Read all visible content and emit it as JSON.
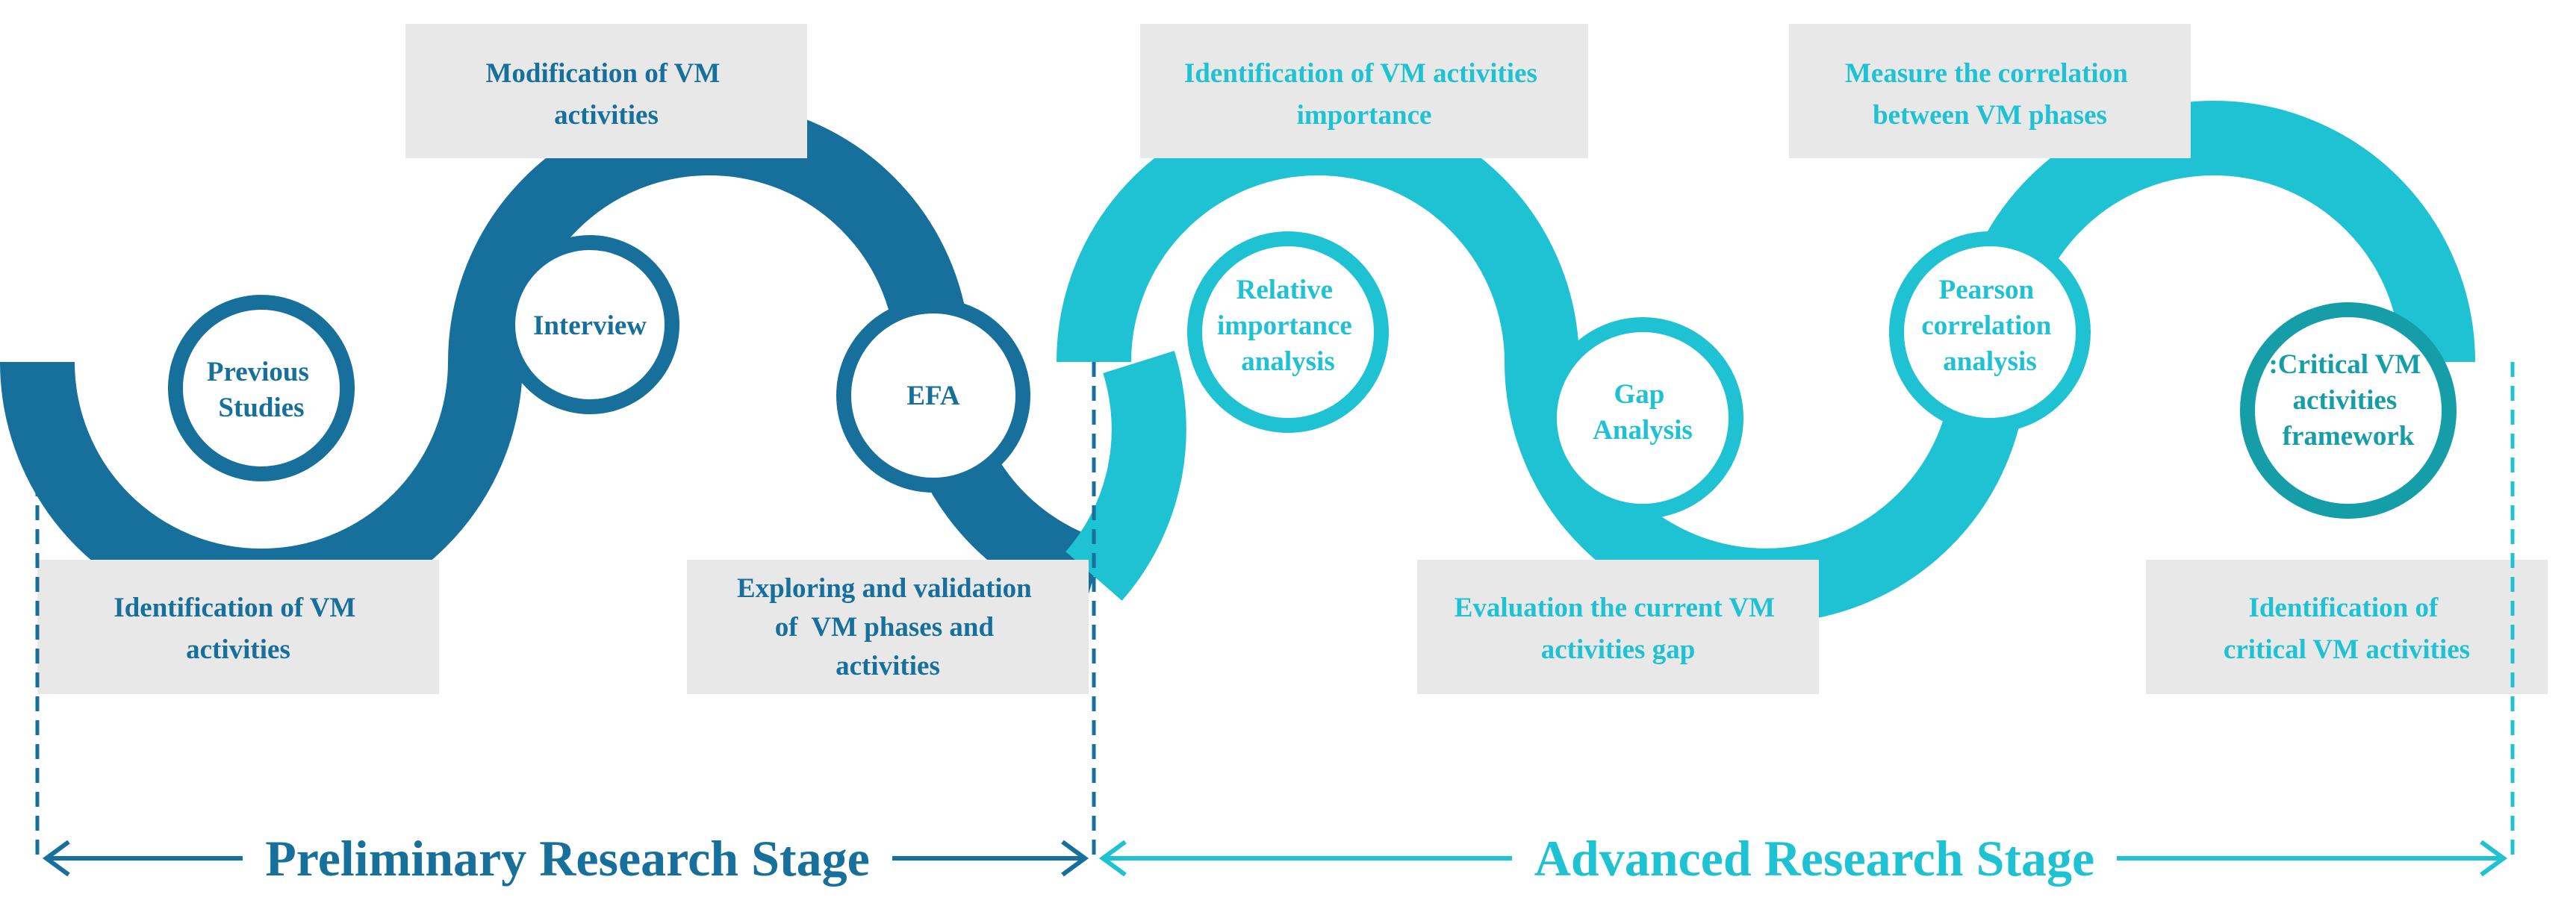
{
  "colors": {
    "preliminary": "#16709b",
    "advanced": "#1fc2d3",
    "final_ring": "#159da8",
    "box_fill": "#e8e8e8"
  },
  "preliminary": {
    "stage_label": "Preliminary Research Stage",
    "steps": [
      {
        "ring": [
          "Previous",
          "Studies"
        ],
        "box": [
          "Identification of VM",
          "activities"
        ]
      },
      {
        "ring": [
          "Interview"
        ],
        "box": [
          "Modification of VM",
          "activities"
        ]
      },
      {
        "ring": [
          "EFA"
        ],
        "box": [
          "Exploring and validation",
          "of  VM phases and",
          "activities"
        ]
      }
    ]
  },
  "advanced": {
    "stage_label": "Advanced Research Stage",
    "steps": [
      {
        "ring": [
          "Relative",
          "importance",
          "analysis"
        ],
        "box": [
          "Identification of VM activities",
          "importance"
        ]
      },
      {
        "ring": [
          "Gap",
          "Analysis"
        ],
        "box": [
          "Evaluation the current VM",
          "activities gap"
        ]
      },
      {
        "ring": [
          "Pearson",
          "correlation",
          "analysis"
        ],
        "box": [
          "Measure the correlation",
          "between VM phases"
        ]
      },
      {
        "ring": [
          ":Critical VM",
          "activities",
          "framework"
        ],
        "box": [
          "Identification of",
          "critical VM activities"
        ]
      }
    ]
  }
}
